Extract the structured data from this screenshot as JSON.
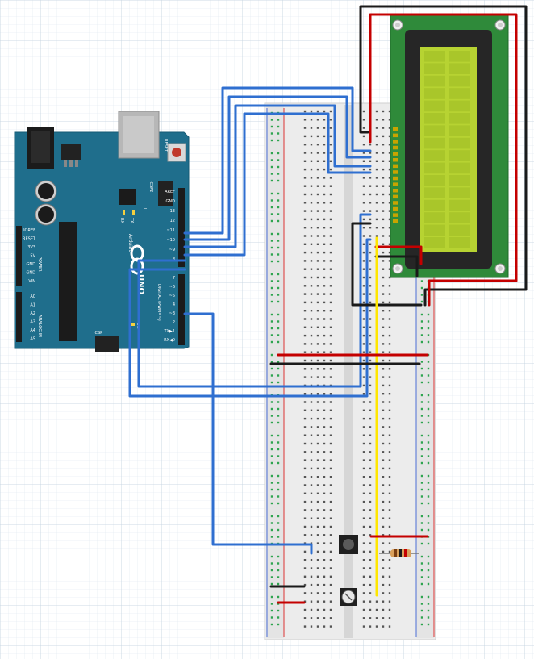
{
  "board": {
    "brand": "Arduino",
    "model": "UNO",
    "header_labels_left": [
      "IOREF",
      "RESET",
      "3V3",
      "5V",
      "GND",
      "GND",
      "VIN"
    ],
    "power_label": "POWER",
    "analog_pins": [
      "A0",
      "A1",
      "A2",
      "A3",
      "A4",
      "A5"
    ],
    "analog_label": "ANALOG IN",
    "top_pins": [
      "AREF",
      "GND",
      "13",
      "12",
      "~11",
      "~10",
      "~9",
      "8"
    ],
    "bottom_pins": [
      "7",
      "~6",
      "~5",
      "4",
      "~3",
      "2",
      "TX▶1",
      "RX◀0"
    ],
    "digital_label": "DIGITAL (PWM=~)",
    "reset_label": "RESET",
    "icsp2_label": "ICSP2",
    "icsp_label": "ICSP",
    "tx_label": "TX",
    "rx_label": "RX",
    "l_label": "L",
    "on_label": "ON"
  },
  "colors": {
    "board_blue": "#1f6e8c",
    "wire_blue": "#2f6fd0",
    "wire_red": "#c40000",
    "wire_black": "#1a1a1a",
    "wire_yellow": "#ffe600",
    "lcd_pcb": "#2f8a3a",
    "lcd_screen": "#b7d332",
    "grid": "#c9d6e3"
  },
  "icons": {
    "pushbutton": "pushbutton-icon",
    "potentiometer": "potentiometer-icon",
    "resistor": "resistor-icon"
  }
}
